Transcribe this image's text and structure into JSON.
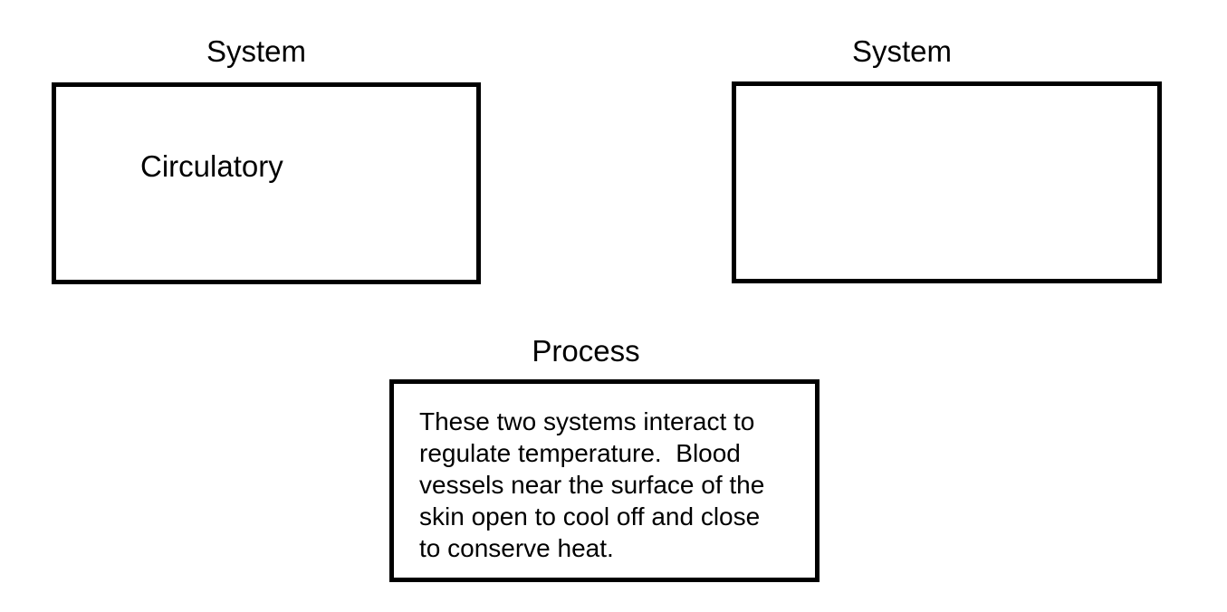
{
  "canvas": {
    "background_color": "#ffffff",
    "border_color": "#000000",
    "text_color": "#000000"
  },
  "boxes": {
    "left_system": {
      "label": "System",
      "content": "Circulatory"
    },
    "right_system": {
      "label": "System",
      "content": ""
    },
    "process": {
      "label": "Process",
      "content": "These two systems interact to\nregulate temperature.  Blood\nvessels near the surface of the\nskin open to cool off and close\nto conserve heat."
    }
  }
}
